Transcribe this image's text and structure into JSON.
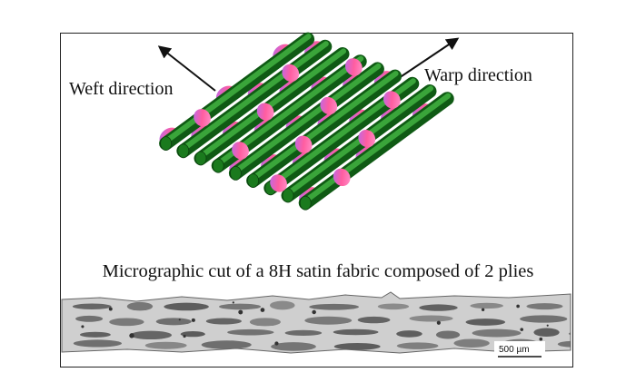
{
  "labels": {
    "weft": "Weft direction",
    "warp": "Warp direction",
    "caption": "Micrographic cut of a 8H satin fabric composed of 2 plies",
    "scale_bar": "500 µm"
  },
  "colors": {
    "warp_tow": "#1f7d1f",
    "warp_tow_highlight": "#5fc45a",
    "weft_tow_pink": "#ff5a9a",
    "weft_tow_violet": "#a25af0",
    "micrograph_matrix": "#cfcfcf",
    "micrograph_fiber": "#6a6a6a",
    "frame": "#222222"
  }
}
